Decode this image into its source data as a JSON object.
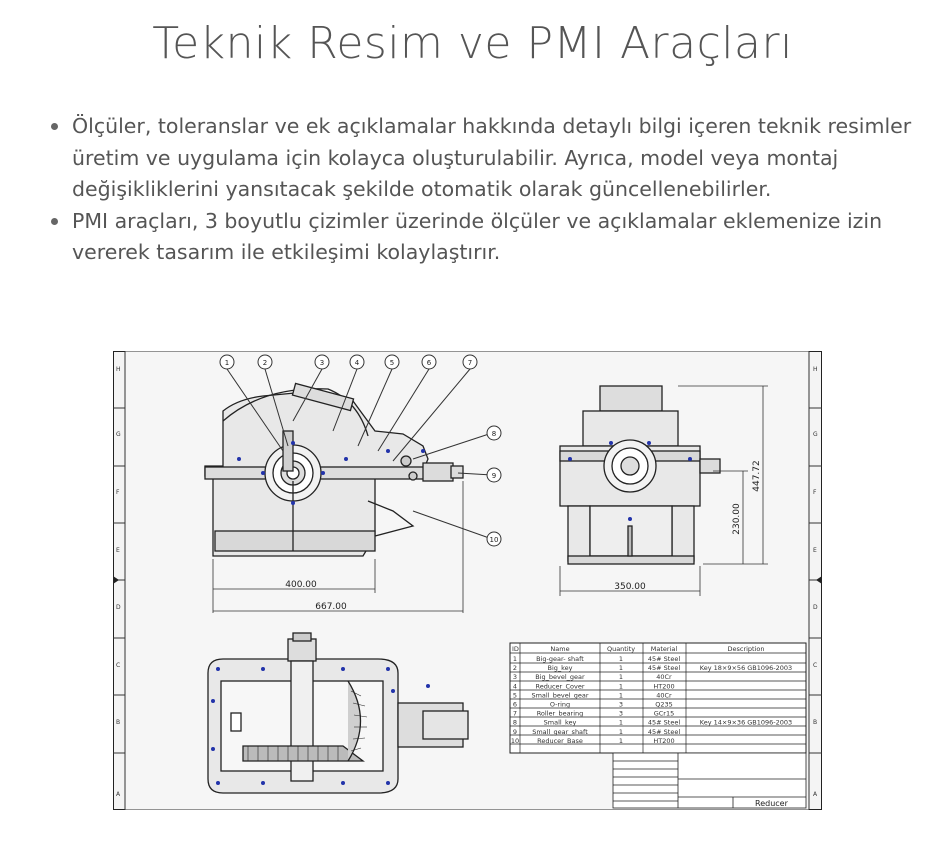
{
  "page": {
    "title": "Teknik Resim ve PMI Araçları",
    "bullets": [
      "Ölçüler, toleranslar ve ek açıklamalar hakkında detaylı bilgi içeren teknik resimler  üretim ve uygulama için kolayca oluşturulabilir. Ayrıca, model veya montaj değişikliklerini yansıtacak şekilde otomatik olarak güncellenebilirler.",
      "PMI araçları, 3 boyutlu çizimler üzerinde ölçüler ve açıklamalar eklemenize izin vererek tasarım ile etkileşimi kolaylaştırır."
    ]
  },
  "drawing": {
    "balloons": [
      "1",
      "2",
      "3",
      "4",
      "5",
      "6",
      "7",
      "8",
      "9",
      "10"
    ],
    "dimensions": {
      "front_width_inner": "400.00",
      "front_width_total": "667.00",
      "side_width": "350.00",
      "side_height_total": "447.72",
      "side_height_partial": "230.00"
    },
    "border_letters_left": [
      "H",
      "G",
      "F",
      "E",
      "D",
      "C",
      "B",
      "A"
    ],
    "border_letters_right": [
      "H",
      "G",
      "F",
      "E",
      "D",
      "C",
      "B",
      "A"
    ],
    "bom": {
      "headers": [
        "ID",
        "Name",
        "Quantity",
        "Material",
        "Description"
      ],
      "rows": [
        [
          "1",
          "Big-gear- shaft",
          "1",
          "45# Steel",
          ""
        ],
        [
          "2",
          "Big_key",
          "1",
          "45# Steel",
          "Key 18×9×56 GB1096-2003"
        ],
        [
          "3",
          "Big_bevel_gear",
          "1",
          "40Cr",
          ""
        ],
        [
          "4",
          "Reducer_Cover",
          "1",
          "HT200",
          ""
        ],
        [
          "5",
          "Small_bevel_gear",
          "1",
          "40Cr",
          ""
        ],
        [
          "6",
          "O-ring",
          "3",
          "Q235",
          ""
        ],
        [
          "7",
          "Roller_bearing",
          "3",
          "GCr15",
          ""
        ],
        [
          "8",
          "Small_key",
          "1",
          "45# Steel",
          "Key 14×9×36 GB1096-2003"
        ],
        [
          "9",
          "Small_gear_shaft",
          "1",
          "45# Steel",
          ""
        ],
        [
          "10",
          "Reducer_Base",
          "1",
          "HT200",
          ""
        ]
      ]
    },
    "title_block": {
      "part_name": "Reducer"
    }
  }
}
